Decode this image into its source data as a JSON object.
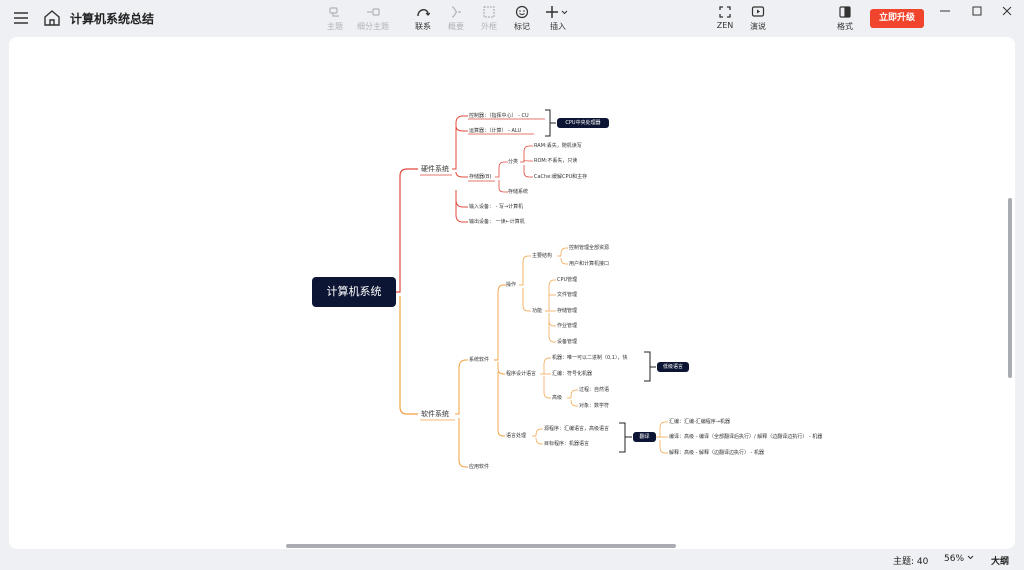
{
  "header": {
    "title": "计算机系统总结",
    "tools": [
      {
        "label": "主题",
        "enabled": false,
        "icon": "topic-icon"
      },
      {
        "label": "细分主题",
        "enabled": false,
        "icon": "subtopic-icon"
      },
      {
        "label": "联系",
        "enabled": true,
        "icon": "relation-icon"
      },
      {
        "label": "概要",
        "enabled": false,
        "icon": "summary-icon"
      },
      {
        "label": "外框",
        "enabled": false,
        "icon": "boundary-icon"
      },
      {
        "label": "标记",
        "enabled": true,
        "icon": "sticker-icon"
      },
      {
        "label": "插入",
        "enabled": true,
        "icon": "insert-icon"
      },
      {
        "label": "ZEN",
        "enabled": true,
        "icon": "zen-icon"
      },
      {
        "label": "演说",
        "enabled": true,
        "icon": "pitch-icon"
      },
      {
        "label": "格式",
        "enabled": true,
        "icon": "format-icon"
      }
    ],
    "upgrade_label": "立即升级"
  },
  "mindmap": {
    "root": "计算机系统",
    "hardware": {
      "label": "硬件系统",
      "controller": "控制器：（指挥中心） - CU",
      "alu": "运算器：（计算） - ALU",
      "cpu_summary": "CPU中央处理器",
      "storage": "存储器(B)",
      "classify": "分类",
      "ram": "RAM:丢失，随机读写",
      "rom": "ROM:不丢失，只读",
      "cache": "CaChe:缓解CPU和主存",
      "storage_system": "存储系统",
      "input": "输入设备： - 写→计算机",
      "output": "输出设备： 一读←计算机"
    },
    "software": {
      "label": "软件系统",
      "system_software": "系统软件",
      "os": "操作",
      "structure": "主要结构",
      "structure_items": [
        "控制管理全部资源",
        "用户和计算机接口"
      ],
      "function": "功能",
      "function_items": [
        "CPU管理",
        "文件管理",
        "存储管理",
        "作业管理",
        "设备管理"
      ],
      "prog_lang": "程序设计语言",
      "machine": "机器：唯一可以二进制（0,1），快",
      "assembly": "汇编：符号化机器",
      "low_level": "低级语言",
      "high_level": "高级",
      "procedural": "过程：自然语",
      "object": "对象：数学符",
      "lang_processing": "语言处理",
      "source_program": "源程序：汇编语言，高级语言",
      "target_program": "目标程序：机器语言",
      "translate": "翻译",
      "assembler": "汇编：汇编-汇编程序→机器",
      "compiler": "编译：高级 - 编译（全部翻译后执行）/ 解释（边翻译边执行） - 机器",
      "interpreter": "解释：高级 - 解释（边翻译边执行） - 机器",
      "application": "应用软件"
    }
  },
  "status": {
    "topics": "主题: 40",
    "zoom": "56%",
    "outline": "大纲"
  },
  "colors": {
    "hardware_branch": "#e04a3c",
    "software_branch": "#f0a040",
    "node_dark": "#0c1533",
    "upgrade": "#f0442c"
  }
}
